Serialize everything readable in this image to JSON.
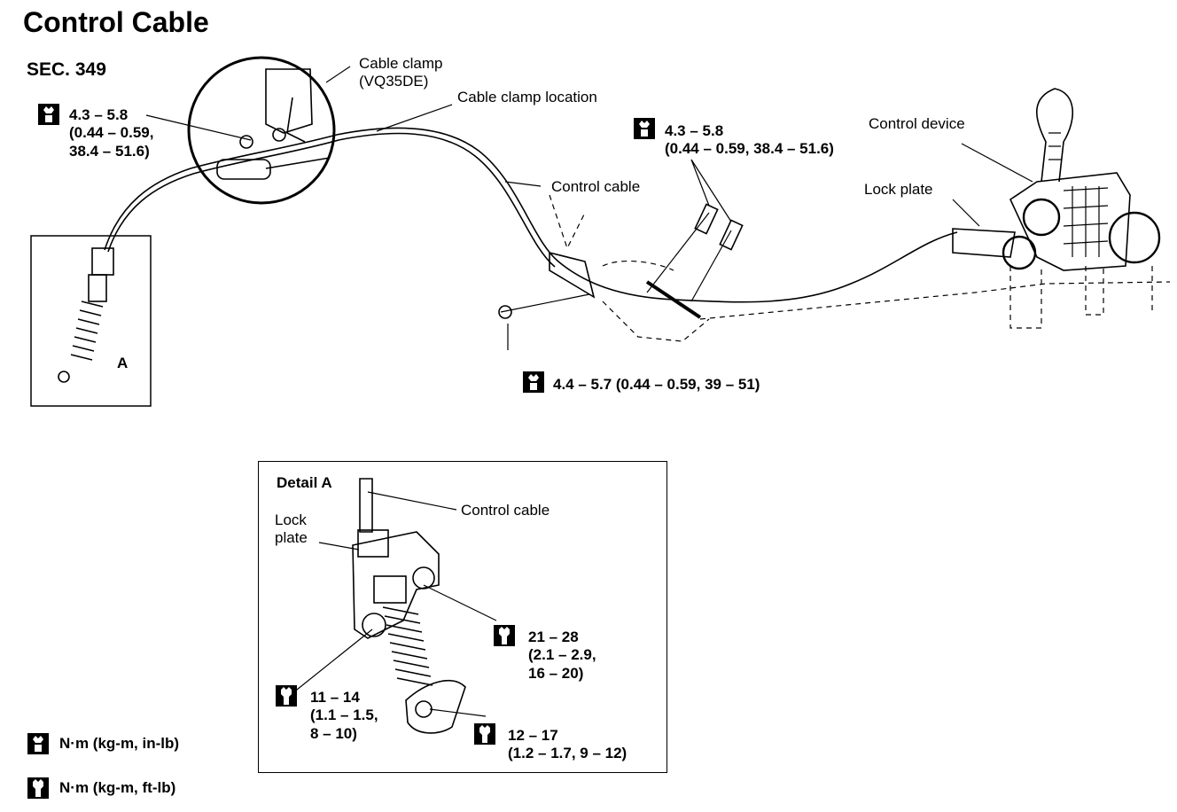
{
  "title": "Control Cable",
  "section": "SEC. 349",
  "labels": {
    "cable_clamp": [
      "Cable clamp",
      "(VQ35DE)"
    ],
    "cable_clamp_location": "Cable clamp location",
    "control_cable": "Control cable",
    "control_device": "Control device",
    "lock_plate": "Lock plate",
    "detail_marker": "A"
  },
  "torques": {
    "clamp": [
      "4.3 – 5.8",
      "(0.44 – 0.59,",
      "38.4 – 51.6)"
    ],
    "bracket": [
      "4.3 – 5.8",
      "(0.44 – 0.59, 38.4 – 51.6)"
    ],
    "bottom_bolt": "4.4 – 5.7 (0.44 – 0.59, 39 – 51)"
  },
  "detail": {
    "title": "Detail A",
    "control_cable": "Control cable",
    "lock_plate": [
      "Lock",
      "plate"
    ],
    "torque_right": [
      "21 – 28",
      "(2.1 – 2.9,",
      "16 – 20)"
    ],
    "torque_left": [
      "11 – 14",
      "(1.1 – 1.5,",
      "8 – 10)"
    ],
    "torque_bottom": [
      "12 – 17",
      "(1.2 – 1.7, 9 – 12)"
    ]
  },
  "legend": [
    {
      "icon": "torque-wrench-filled-icon",
      "text": "N·m (kg-m, in-lb)"
    },
    {
      "icon": "torque-wrench-outline-icon",
      "text": "N·m (kg-m, ft-lb)"
    }
  ]
}
